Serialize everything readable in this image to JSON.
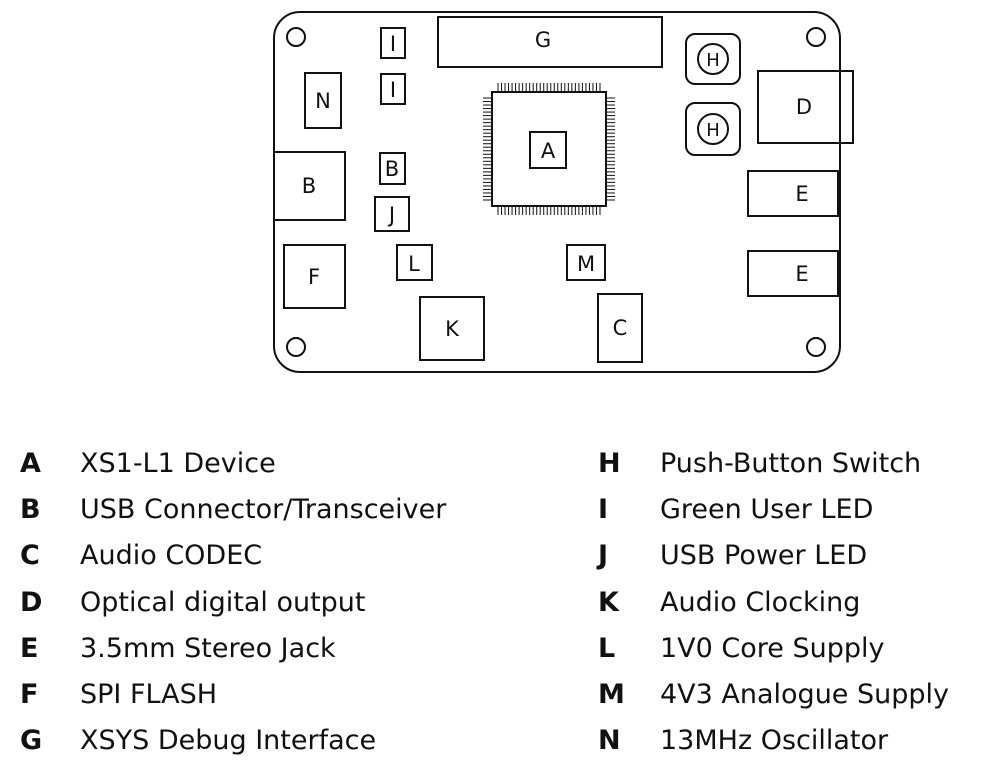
{
  "board": {
    "labels": {
      "A": "A",
      "B": "B",
      "C": "C",
      "D": "D",
      "E": "E",
      "F": "F",
      "G": "G",
      "H": "H",
      "I": "I",
      "J": "J",
      "K": "K",
      "L": "L",
      "M": "M",
      "N": "N"
    }
  },
  "legend": {
    "left": [
      {
        "key": "A",
        "text": "XS1-L1 Device"
      },
      {
        "key": "B",
        "text": "USB Connector/Transceiver"
      },
      {
        "key": "C",
        "text": "Audio CODEC"
      },
      {
        "key": "D",
        "text": "Optical digital output"
      },
      {
        "key": "E",
        "text": "3.5mm Stereo Jack"
      },
      {
        "key": "F",
        "text": "SPI FLASH"
      },
      {
        "key": "G",
        "text": "XSYS Debug Interface"
      }
    ],
    "right": [
      {
        "key": "H",
        "text": "Push-Button Switch"
      },
      {
        "key": "I",
        "text": "Green User LED"
      },
      {
        "key": "J",
        "text": "USB Power LED"
      },
      {
        "key": "K",
        "text": "Audio Clocking"
      },
      {
        "key": "L",
        "text": "1V0 Core Supply"
      },
      {
        "key": "M",
        "text": "4V3 Analogue Supply"
      },
      {
        "key": "N",
        "text": "13MHz Oscillator"
      }
    ]
  }
}
